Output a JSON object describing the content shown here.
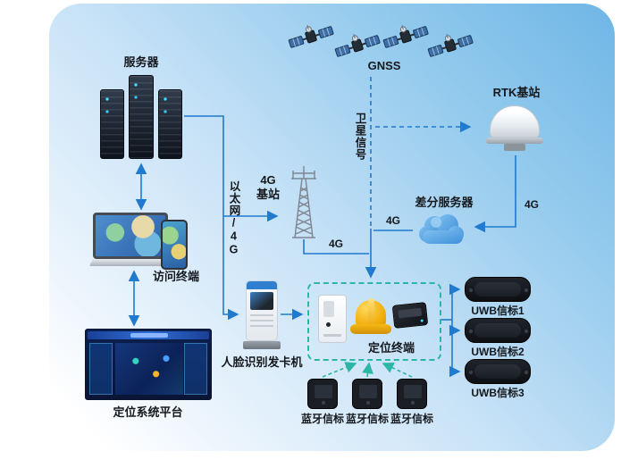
{
  "diagram": {
    "labels": {
      "server": "服务器",
      "gnss": "GNSS",
      "rtk_station": "RTK基站",
      "satellite_signal": "卫星信号",
      "g4_station": "4G基站",
      "ethernet_4g": "以太网/4G",
      "diff_server": "差分服务器",
      "g4_line_tower": "4G",
      "g4_line_cloud": "4G",
      "g4_line_rtk": "4G",
      "access_terminal": "访问终端",
      "platform": "定位系统平台",
      "face_card_machine": "人脸识别发卡机",
      "positioning_terminal": "定位终端",
      "uwb_beacons": [
        "UWB信标1",
        "UWB信标2",
        "UWB信标3"
      ],
      "bluetooth_beacons": [
        "蓝牙信标",
        "蓝牙信标",
        "蓝牙信标"
      ]
    },
    "colors": {
      "connector_blue": "#1f7ad0",
      "terminal_teal": "#2db5a5",
      "background_blue": "#7cbfe9",
      "helmet_yellow": "#f2ae0c"
    }
  }
}
